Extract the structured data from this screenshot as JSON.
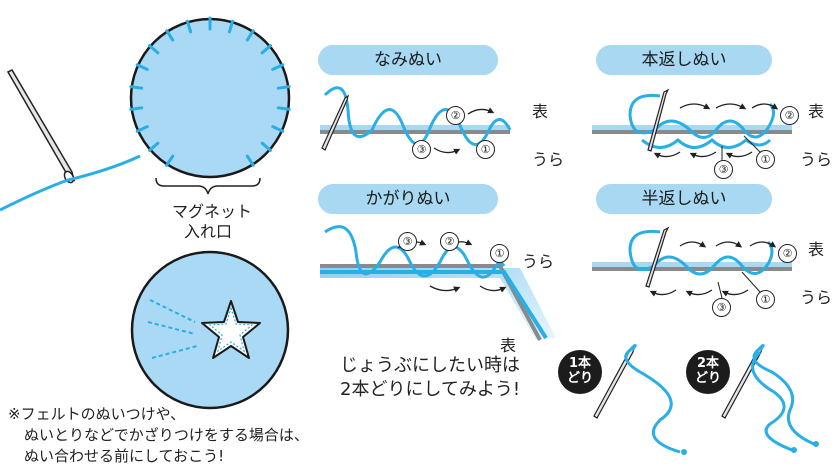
{
  "colors": {
    "thread": "#29aee5",
    "fabric_light": "#a8d8f2",
    "fabric_dark": "#8a8a8a",
    "circle_fill": "#a9d9f4",
    "badge": "#1c1c1c"
  },
  "magnet_label": {
    "line1": "マグネット",
    "line2": "入れ口"
  },
  "sections": [
    {
      "title": "なみぬい",
      "front": "表",
      "back": "うら",
      "steps": [
        "②",
        "③",
        "①"
      ]
    },
    {
      "title": "本返しぬい",
      "front": "表",
      "back": "うら",
      "steps": [
        "②",
        "③",
        "①"
      ]
    },
    {
      "title": "かがりぬい",
      "front": "表",
      "back": "うら",
      "steps": [
        "③",
        "②",
        "①"
      ]
    },
    {
      "title": "半返しぬい",
      "front": "表",
      "back": "うら",
      "steps": [
        "②",
        "③",
        "①"
      ]
    }
  ],
  "tip": {
    "line1": "じょうぶにしたい時は",
    "line2": "2本どりにしてみよう!"
  },
  "badges": [
    {
      "line1": "1本",
      "line2": "どり"
    },
    {
      "line1": "2本",
      "line2": "どり"
    }
  ],
  "note": {
    "line1": "※フェルトのぬいつけや、",
    "line2": "ぬいとりなどでかざりつけをする場合は、",
    "line3": "ぬい合わせる前にしておこう!"
  },
  "icons": [
    "needle-icon",
    "star-icon",
    "curved-arrow-icon"
  ]
}
